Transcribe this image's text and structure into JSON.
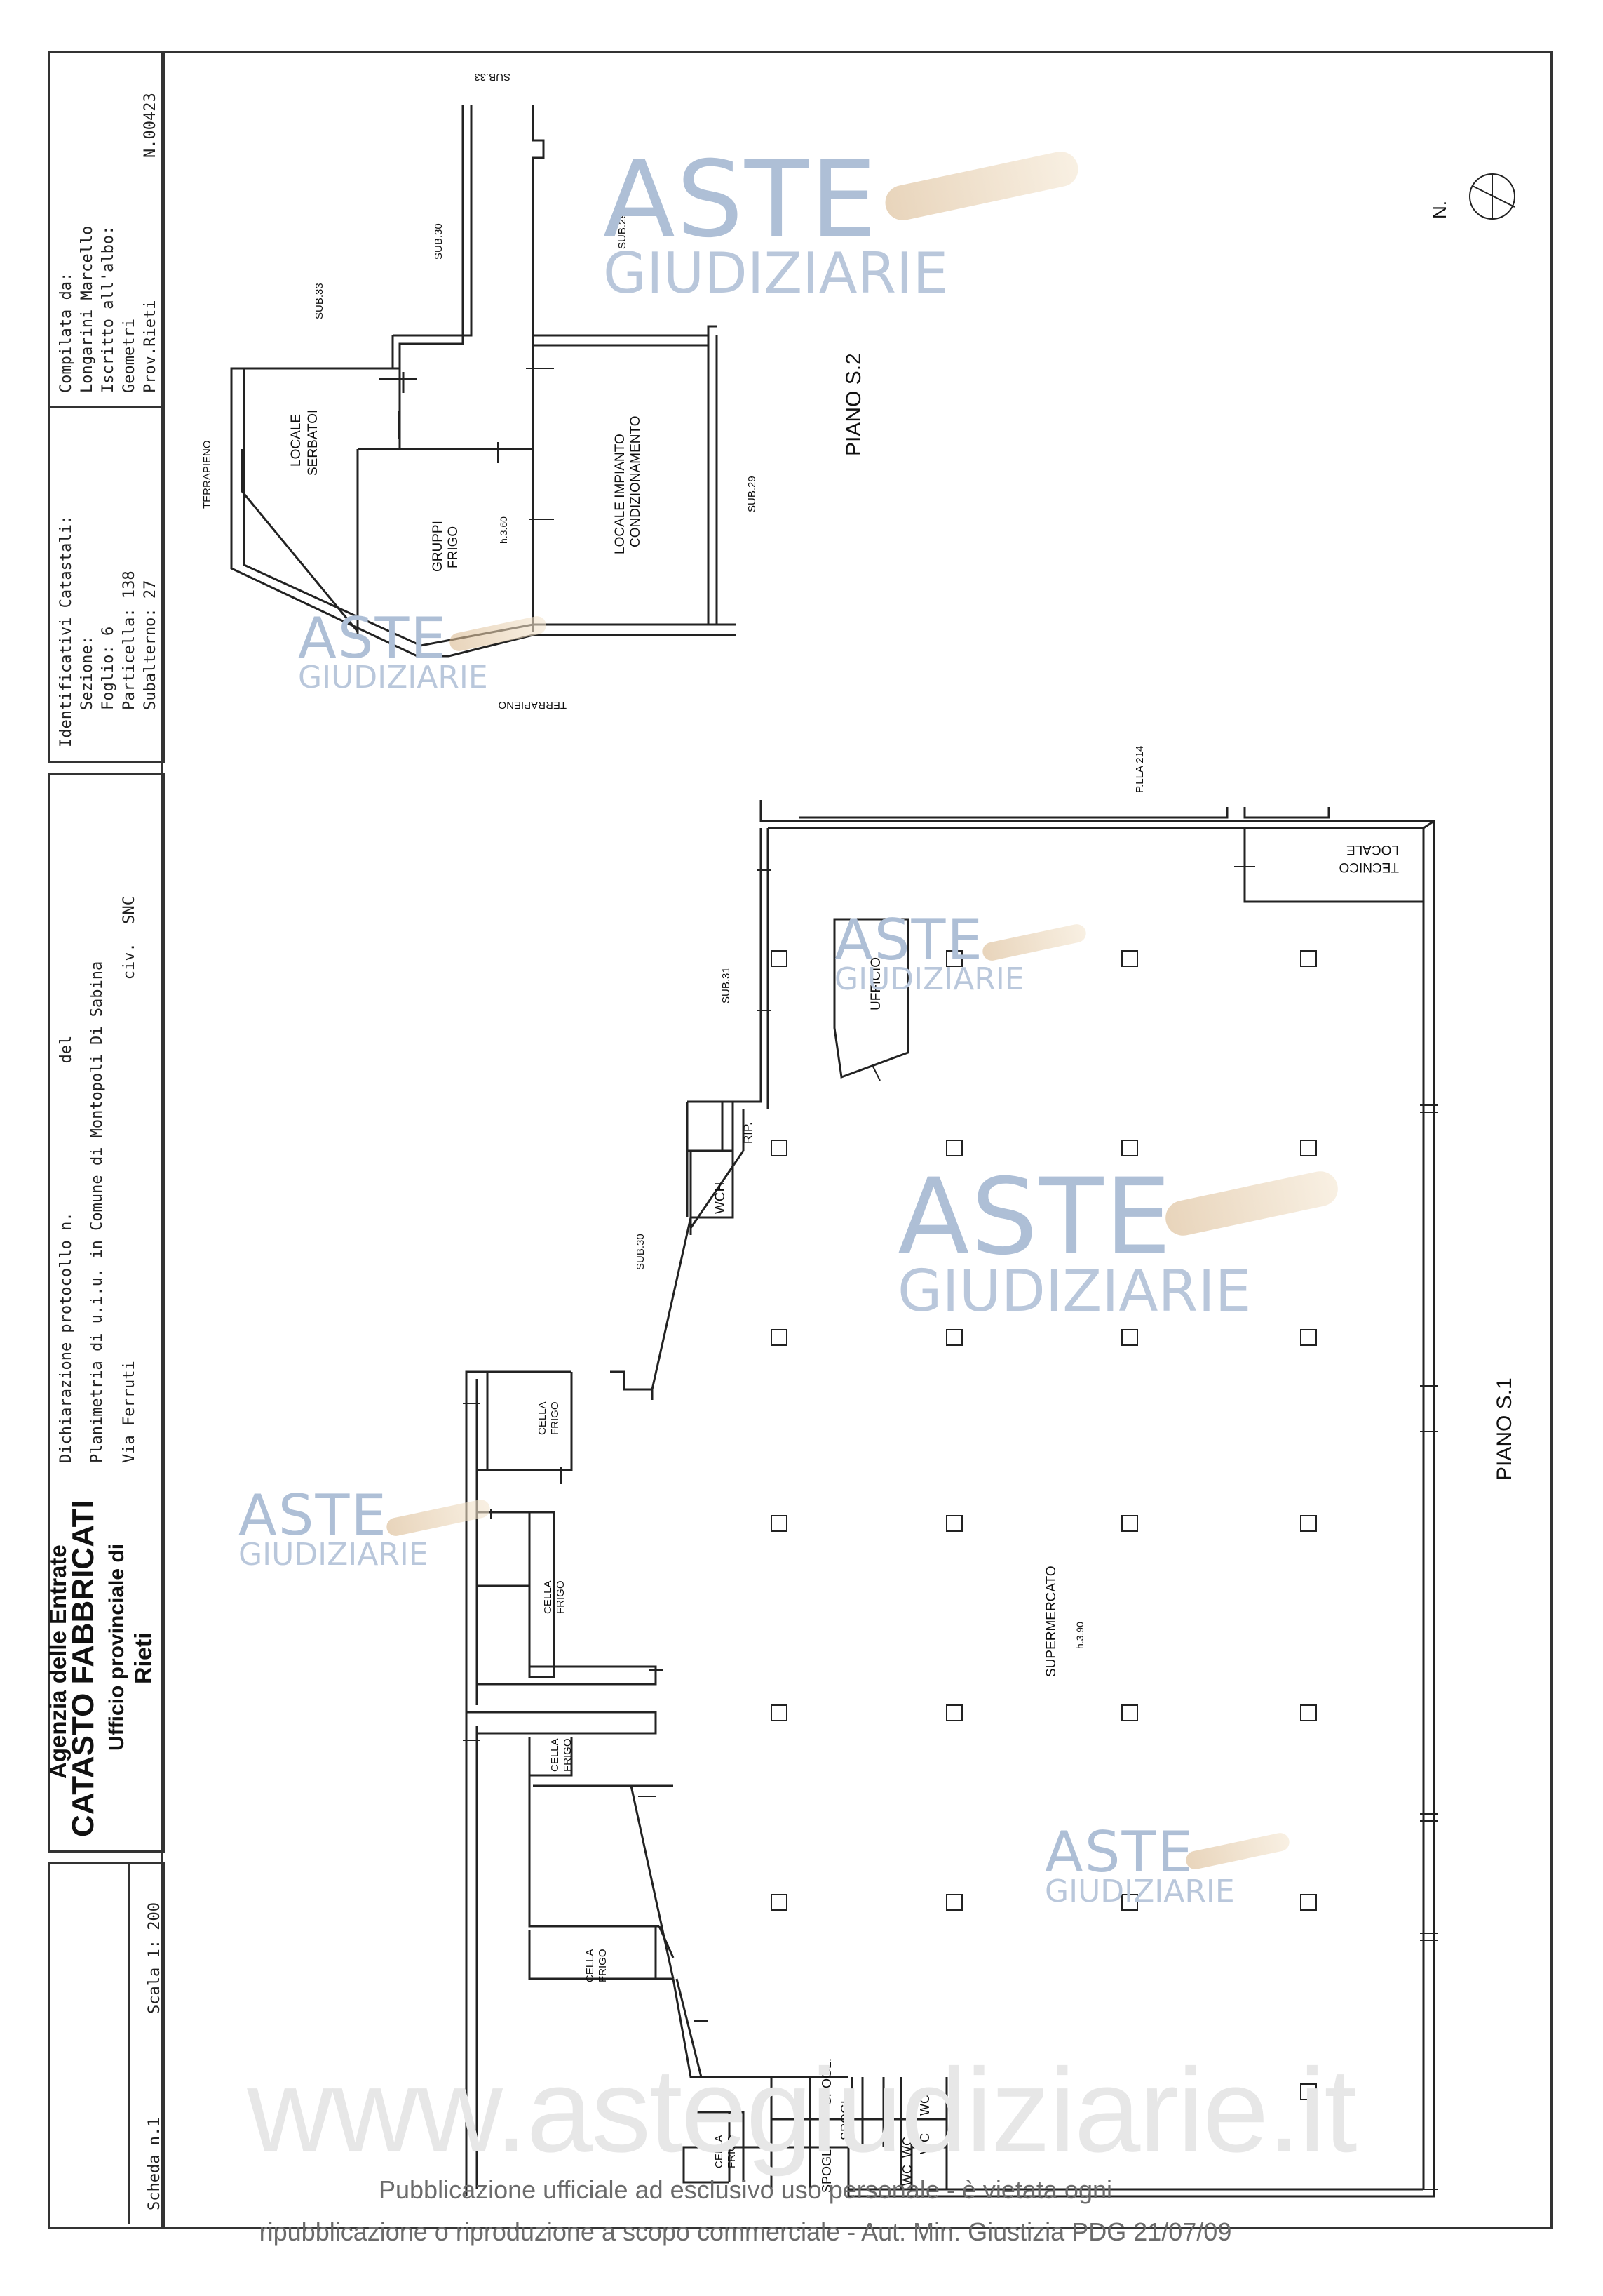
{
  "header": {
    "scheda": "Scheda n.1",
    "scala": "Scala 1: 200",
    "agency": "Agenzia delle Entrate",
    "catasto": "CATASTO FABBRICATI",
    "ufficio": "Ufficio provinciale di",
    "provincia": "Rieti",
    "dichiarazione": "Dichiarazione protocollo n.                del",
    "planimetria": "Planimetria di u.i.u. in Comune di Montopoli Di Sabina",
    "via": "Via Ferruti                                         civ.  SNC",
    "ident_title": "Identificativi Catastali:",
    "sezione": "    Sezione:",
    "foglio": "    Foglio: 6",
    "particella": "    Particella: 138",
    "subalterno": "    Subalterno: 27",
    "compilata": "Compilata da:",
    "compilatore": "Longarini Marcello",
    "iscritto": "Iscritto all'albo:",
    "albo": "Geometri",
    "prov": "Prov.Rieti",
    "numero": "N.00423"
  },
  "plan": {
    "north": "N.",
    "piano_s2": "PIANO S.2",
    "piano_s1": "PIANO S.1",
    "sub33_top": "SUB.33",
    "sub30_a": "SUB.30",
    "sub29_a": "SUB.29",
    "sub33_b": "SUB.33",
    "sub29_b": "SUB.29",
    "terrapieno_a": "TERRAPIENO",
    "terrapieno_b": "TERRAPIENO",
    "locale_serbatoi": [
      "LOCALE",
      "SERBATOI"
    ],
    "gruppi_frigo": [
      "GRUPPI",
      "FRIGO"
    ],
    "h360": "h.3.60",
    "locale_impianto": [
      "LOCALE IMPIANTO",
      "CONDIZIONAMENTO"
    ],
    "plla214": "P.LLA 214",
    "locale_tecnico": [
      "LOCALE",
      "TECNICO"
    ],
    "sub31": "SUB.31",
    "ufficio": "UFFICIO",
    "rip": "RIP.",
    "wch": "WCH",
    "sub30_b": "SUB.30",
    "cella_frigo": [
      "CELLA",
      "FRIGO"
    ],
    "supermercato": "SUPERMERCATO",
    "h390": "h.3.90",
    "spogl": "SPOGL.",
    "wc": "WC"
  },
  "watermark": {
    "aste": "ASTE",
    "giudiziarie": "GIUDIZIARIE",
    "site": "www.astegiudiziarie.it"
  },
  "footer": {
    "line1": "Pubblicazione ufficiale ad esclusivo uso personale - è vietata ogni",
    "line2": "ripubblicazione o riproduzione a scopo commerciale - Aut. Min. Giustizia PDG 21/07/09"
  }
}
